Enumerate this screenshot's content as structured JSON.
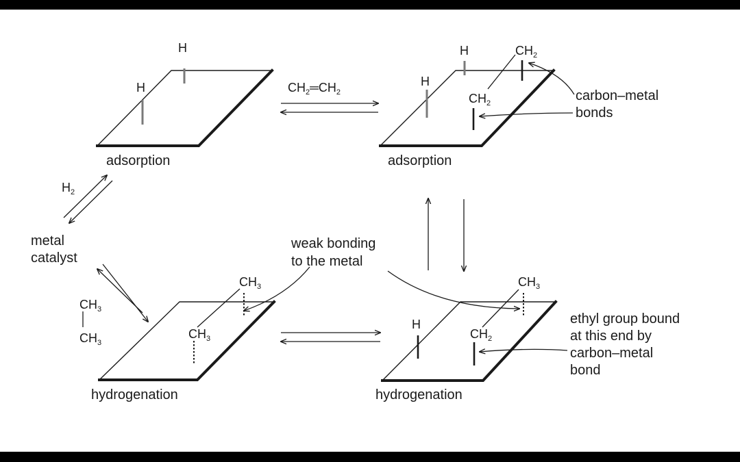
{
  "colors": {
    "background": "#ffffff",
    "frame": "#000000",
    "ink": "#1a1a1a"
  },
  "labels": {
    "adsorption_left": "adsorption",
    "adsorption_right": "adsorption",
    "hydrogenation_left": "hydrogenation",
    "hydrogenation_right": "hydrogenation",
    "metal_catalyst_line1": "metal",
    "metal_catalyst_line2": "catalyst",
    "weak_bonding_line1": "weak bonding",
    "weak_bonding_line2": "to the metal",
    "carbon_metal_line1": "carbon–metal",
    "carbon_metal_line2": "bonds",
    "ethyl_line1": "ethyl group bound",
    "ethyl_line2": "at this end by",
    "ethyl_line3": "carbon–metal",
    "ethyl_line4": "bond"
  },
  "chem": {
    "h": "H",
    "ch": "CH",
    "sub2": "2",
    "sub3": "3",
    "ethylene_bond": "═"
  }
}
